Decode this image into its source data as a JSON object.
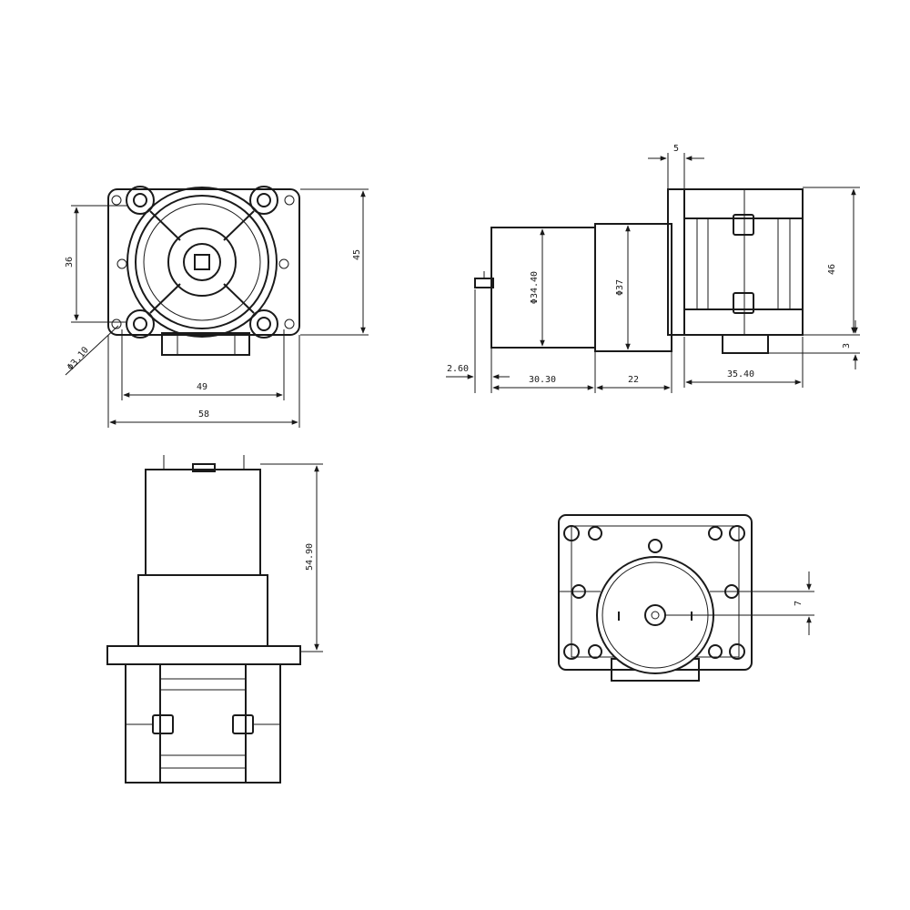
{
  "drawing": {
    "front_view": {
      "height_outer": "45",
      "hole_spacing_vertical": "36",
      "hole_diameter": "Φ3.10",
      "hole_spacing_horizontal": "49",
      "width_outer": "58"
    },
    "side_view": {
      "flange_thickness": "5",
      "motor_diameter": "Φ34.40",
      "gearbox_diameter": "Φ37",
      "pump_height": "46",
      "base_offset": "3",
      "shaft_length": "2.60",
      "motor_length": "30.30",
      "gearbox_length": "22",
      "pump_length": "35.40"
    },
    "top_view": {
      "total_height": "54.90"
    },
    "rear_view": {
      "shaft_offset": "7"
    }
  }
}
